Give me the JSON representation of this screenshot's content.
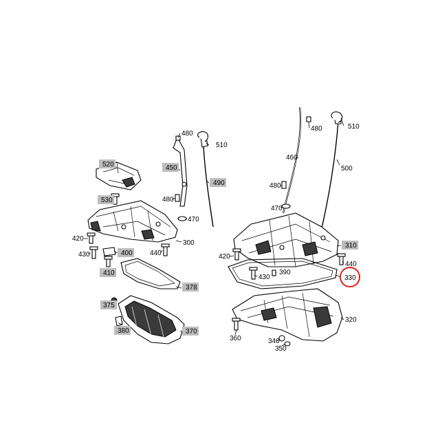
{
  "labels": {
    "l520": "520",
    "l530": "530",
    "l480a": "480",
    "l510a": "510",
    "l450": "450",
    "l490": "490",
    "l480b": "480",
    "l470a": "470",
    "l300": "300",
    "l420a": "420",
    "l430a": "430",
    "l400": "400",
    "l440a": "440",
    "l410": "410",
    "l378": "378",
    "l375": "375",
    "l380": "380",
    "l370": "370",
    "l480c": "480",
    "l510b": "510",
    "l460": "460",
    "l500": "500",
    "l480d": "480",
    "l470b": "470",
    "l310": "310",
    "l420b": "420",
    "l440b": "440",
    "l390": "390",
    "l430b": "430",
    "l330": "330",
    "l320": "320",
    "l360": "360",
    "l340": "340",
    "l350": "350"
  },
  "highlight": {
    "label": "330",
    "color": "#e0201b"
  }
}
